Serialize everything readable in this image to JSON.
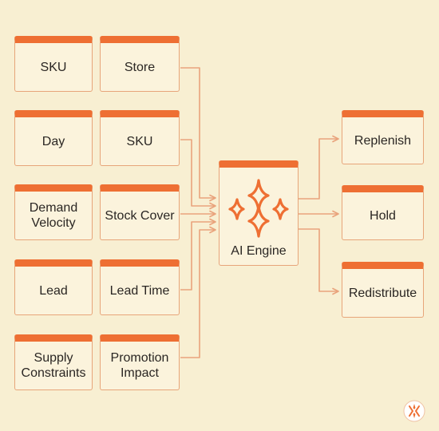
{
  "inputs": [
    {
      "left": "SKU",
      "right": "Store"
    },
    {
      "left": "Day",
      "right": "SKU"
    },
    {
      "left": "Demand Velocity",
      "right": "Stock Cover"
    },
    {
      "left": "Lead",
      "right": "Lead Time"
    },
    {
      "left": "Supply Constraints",
      "right": "Promotion Impact"
    }
  ],
  "engine": {
    "label": "AI Engine",
    "icon": "sparkle-icon"
  },
  "outputs": [
    "Replenish",
    "Hold",
    "Redistribute"
  ],
  "logo": {
    "icon": "brand-logo-icon"
  },
  "colors": {
    "background": "#f8efd2",
    "accent": "#ee6f33",
    "connector": "#e9a37c",
    "box_fill": "#fbf3dc",
    "text": "#2a2623"
  }
}
